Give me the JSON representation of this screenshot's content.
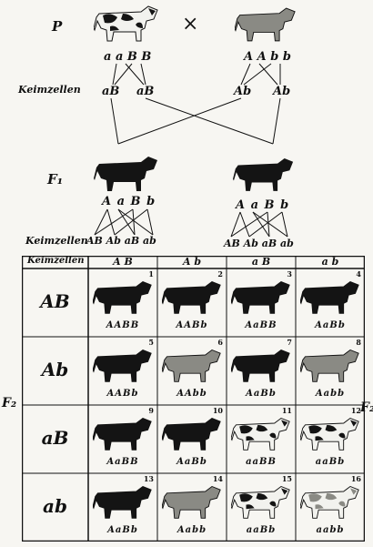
{
  "labels": {
    "p": "P",
    "cross": "×",
    "gametes": "Keimzellen",
    "f1": "F₁",
    "f2_left": "F₂",
    "f2_right": "F₂",
    "table_corner": "Keimzellen"
  },
  "parent_left": {
    "genotype": "a a B B",
    "gametes": [
      "aB",
      "aB"
    ]
  },
  "parent_right": {
    "genotype": "A A b b",
    "gametes": [
      "Ab",
      "Ab"
    ]
  },
  "f1_genotype": "A a B b",
  "f1_gametes_left": "AB Ab aB ab",
  "f1_gametes_right": "AB Ab aB ab",
  "columns": [
    "A B",
    "A b",
    "a B",
    "a b"
  ],
  "rows": [
    "AB",
    "Ab",
    "aB",
    "ab"
  ],
  "cells": [
    {
      "n": "1",
      "g": "AABB",
      "t": "black"
    },
    {
      "n": "2",
      "g": "AABb",
      "t": "black"
    },
    {
      "n": "3",
      "g": "AaBB",
      "t": "black"
    },
    {
      "n": "4",
      "g": "AaBb",
      "t": "black"
    },
    {
      "n": "5",
      "g": "AABb",
      "t": "black"
    },
    {
      "n": "6",
      "g": "AAbb",
      "t": "gray"
    },
    {
      "n": "7",
      "g": "AaBb",
      "t": "black"
    },
    {
      "n": "8",
      "g": "Aabb",
      "t": "gray"
    },
    {
      "n": "9",
      "g": "AaBB",
      "t": "black"
    },
    {
      "n": "10",
      "g": "AaBb",
      "t": "black"
    },
    {
      "n": "11",
      "g": "aaBB",
      "t": "spotted"
    },
    {
      "n": "12",
      "g": "aaBb",
      "t": "spotted"
    },
    {
      "n": "13",
      "g": "AaBb",
      "t": "black"
    },
    {
      "n": "14",
      "g": "Aabb",
      "t": "gray"
    },
    {
      "n": "15",
      "g": "aaBb",
      "t": "spotted"
    },
    {
      "n": "16",
      "g": "aabb",
      "t": "graywhite"
    }
  ],
  "colors": {
    "black": "#141414",
    "gray": "#8a8a84",
    "spotted_base": "#f2f2ee",
    "ink": "#111111"
  }
}
